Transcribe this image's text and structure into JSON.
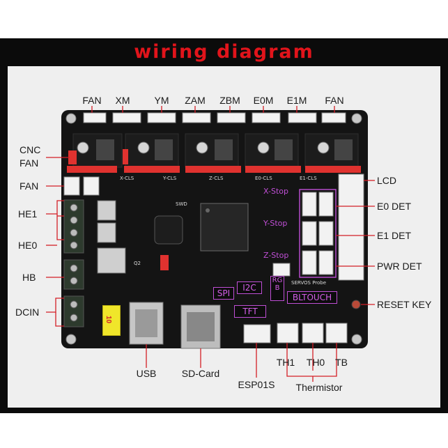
{
  "title": "wiring diagram",
  "colors": {
    "title_red": "#e1141b",
    "board_black": "#141414",
    "header_red": "#e0322f",
    "leader_red": "#d31e26",
    "annotation_purple": "#c04fd6",
    "terminal_green": "#3a5c3a"
  },
  "labels": {
    "top": [
      {
        "id": "fan-top-left",
        "text": "FAN"
      },
      {
        "id": "xm",
        "text": "XM"
      },
      {
        "id": "ym",
        "text": "YM"
      },
      {
        "id": "zam",
        "text": "ZAM"
      },
      {
        "id": "zbm",
        "text": "ZBM"
      },
      {
        "id": "e0m",
        "text": "E0M"
      },
      {
        "id": "e1m",
        "text": "E1M"
      },
      {
        "id": "fan-top-right",
        "text": "FAN"
      }
    ],
    "left": [
      {
        "id": "cnc",
        "text": "CNC"
      },
      {
        "id": "cnc-fan",
        "text": "FAN"
      },
      {
        "id": "fan-left",
        "text": "FAN"
      },
      {
        "id": "he1",
        "text": "HE1"
      },
      {
        "id": "he0",
        "text": "HE0"
      },
      {
        "id": "hb",
        "text": "HB"
      },
      {
        "id": "dcin",
        "text": "DCIN"
      }
    ],
    "right": [
      {
        "id": "lcd",
        "text": "LCD"
      },
      {
        "id": "e0-det",
        "text": "E0 DET"
      },
      {
        "id": "e1-det",
        "text": "E1 DET"
      },
      {
        "id": "pwr-det",
        "text": "PWR DET"
      },
      {
        "id": "reset-key",
        "text": "RESET KEY"
      }
    ],
    "bottom": [
      {
        "id": "usb",
        "text": "USB"
      },
      {
        "id": "sd-card",
        "text": "SD-Card"
      },
      {
        "id": "esp01s",
        "text": "ESP01S"
      },
      {
        "id": "th1",
        "text": "TH1"
      },
      {
        "id": "th0",
        "text": "TH0"
      },
      {
        "id": "tb",
        "text": "TB"
      },
      {
        "id": "thermistor",
        "text": "Thermistor"
      }
    ]
  },
  "board_labels": {
    "x_cls": "X-CLS",
    "y_cls": "Y-CLS",
    "z_cls": "Z-CLS",
    "e0_cls": "E0-CLS",
    "e1_cls": "E1-CLS",
    "swd": "SWD",
    "q2": "Q2",
    "servos_probe": "SERVOS Probe",
    "fuse": "10"
  },
  "overlay_labels": {
    "spi": "SPI",
    "i2c": "I2C",
    "rgb": "RGB",
    "tft": "TFT",
    "bltouch": "BLTOUCH",
    "x_stop": "X-Stop",
    "y_stop": "Y-Stop",
    "z_stop": "Z-Stop"
  }
}
